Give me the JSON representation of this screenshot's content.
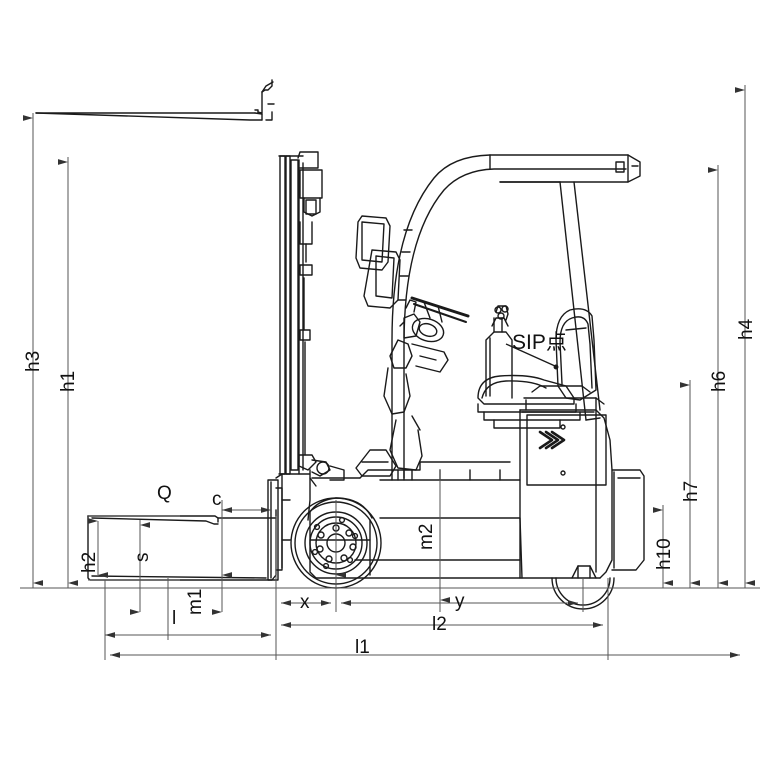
{
  "drawing": {
    "type": "forklift-side-view-dimension-drawing",
    "background_color": "#ffffff",
    "line_color": "#1a1a1a",
    "dimension_line_color": "#555555",
    "annotations": {
      "sip_point": "SIP点"
    },
    "dimension_labels": {
      "h1": "h1",
      "h2": "h2",
      "h3": "h3",
      "h4": "h4",
      "h6": "h6",
      "h7": "h7",
      "h10": "h10",
      "l": "l",
      "l1": "l1",
      "l2": "l2",
      "m1": "m1",
      "m2": "m2",
      "x": "x",
      "y": "y",
      "Q": "Q",
      "c": "c",
      "s": "s"
    },
    "vertical_dimensions_left": [
      "h3",
      "h1",
      "h2",
      "s"
    ],
    "vertical_dimensions_right": [
      "h4",
      "h6",
      "h7",
      "h10"
    ],
    "horizontal_dimensions": [
      "Q",
      "c",
      "l",
      "l1",
      "l2",
      "x",
      "y",
      "m1",
      "m2"
    ]
  }
}
